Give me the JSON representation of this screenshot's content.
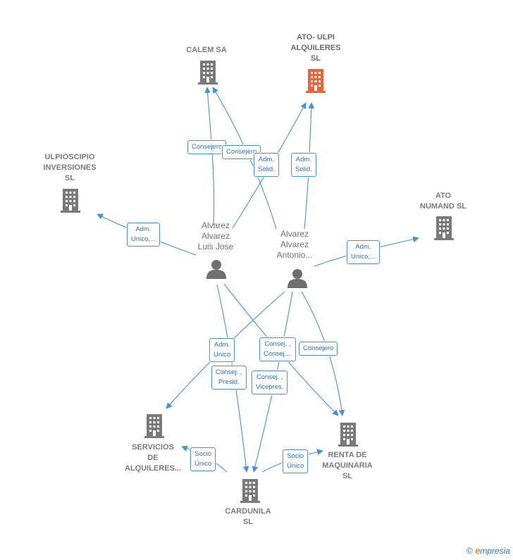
{
  "colors": {
    "edge": "#4a90d9",
    "building": "#7a7a7a",
    "building_main": "#f0623a",
    "person": "#6f6f6f"
  },
  "companies": {
    "calem": {
      "label": "CALEM SA"
    },
    "ato_ulpi": {
      "label": "ATO- ULPI\nALQUILERES\nSL"
    },
    "ulpioscipio": {
      "label": "ULPIOSCIPIO\nINVERSIONES\nSL"
    },
    "ato_numand": {
      "label": "ATO\nNUMAND  SL"
    },
    "servicios": {
      "label": "SERVICIOS\nDE\nALQUILERES..."
    },
    "renta": {
      "label": "RENTA DE\nMAQUINARIA\nSL"
    },
    "cardunila": {
      "label": "CARDUNILA\nSL"
    }
  },
  "persons": {
    "luis_jose": {
      "label": "Alvarez\nAlvarez\nLuis Jose"
    },
    "antonio": {
      "label": "Alvarez\nAlvarez\nAntonio..."
    }
  },
  "relations": [
    {
      "id": "r1",
      "label": "Consejero"
    },
    {
      "id": "r2",
      "label": "Consejero"
    },
    {
      "id": "r3",
      "label": "Adm.\nSolid."
    },
    {
      "id": "r4",
      "label": "Adm.\nSolid."
    },
    {
      "id": "r5",
      "label": "Adm.\nUnico,..."
    },
    {
      "id": "r6",
      "label": "Adm.\nUnico,..."
    },
    {
      "id": "r7",
      "label": "Adm.\nUnico"
    },
    {
      "id": "r8",
      "label": "Consej. ,\nConsej...."
    },
    {
      "id": "r9",
      "label": "Consejero"
    },
    {
      "id": "r10",
      "label": "Consej. ,\nPresid."
    },
    {
      "id": "r11",
      "label": "Consej. ,\nVicepres."
    },
    {
      "id": "r12",
      "label": "Socio\nÚnico"
    },
    {
      "id": "r13",
      "label": "Socio\nÚnico"
    }
  ],
  "footer": {
    "copyright": "©",
    "brand_initial": "e",
    "brand_rest": "mpresia"
  }
}
